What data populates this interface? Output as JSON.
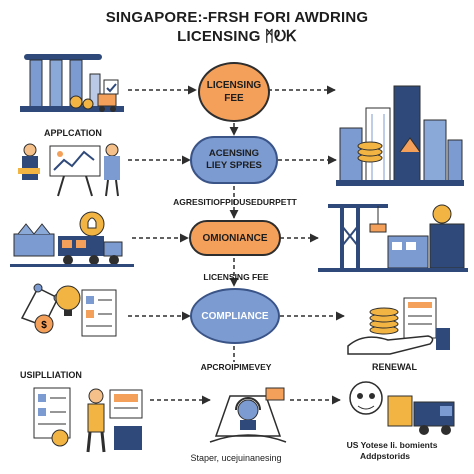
{
  "title": {
    "line1": "SINGAPORE:-FRSH FORI AWDRING",
    "line2": "LICENSING ᛗᎧᏦ"
  },
  "nodes": {
    "licensing_fee_top": {
      "line1": "LICENSING",
      "line2": "FEE"
    },
    "acensing_pill": {
      "line1": "ACENSING",
      "line2": "LIEY SPRES"
    },
    "ominoriance": {
      "label": "OMIONIANCE"
    },
    "compliance": {
      "label": "COMPLIANCE"
    }
  },
  "labels": {
    "application": "APPLCATION",
    "agresiti": "AGRESITIOFPIDUSEDURPETT",
    "licensing_fee_mid": "LICENSING FEE",
    "usipliation": "USIPLLIATION",
    "apcroipimever": "APCROIPIMEVEY",
    "renewal": "RENEWAL",
    "staper": "Staper, ucejuinanesing",
    "us_yotese_1": "US Yotese li. bomients",
    "us_yotese_2": "Addpstorids"
  },
  "colors": {
    "orange": "#f5a05a",
    "blue": "#7c9bd1",
    "outline": "#2e2e2e",
    "accent_yellow": "#f2b544",
    "accent_navy": "#2f4a7a"
  },
  "icons": {
    "top_left": "singapore-skyline-icon",
    "application": "meeting-presentation-icon",
    "logistics": "factory-truck-icon",
    "compliance_left": "lightbulb-document-icon",
    "usipliation": "person-checklist-icon",
    "top_right": "city-skyline-coins-icon",
    "port": "port-crane-icon",
    "renewal": "hand-coins-icon",
    "bottom_right": "robot-truck-icon",
    "bottom_center": "device-headset-icon"
  }
}
